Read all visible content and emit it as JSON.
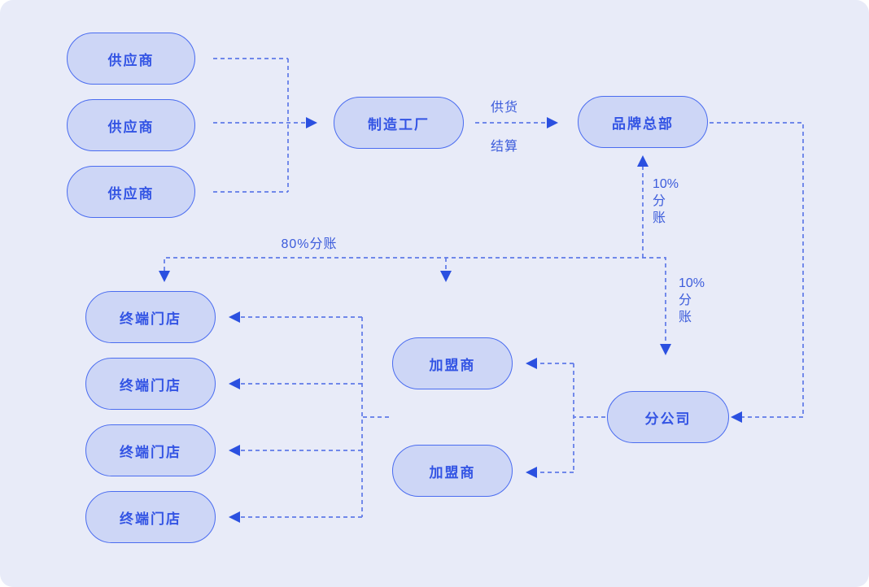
{
  "diagram": {
    "type": "flow-diagram",
    "colors": {
      "page_bg": "#ffffff",
      "panel_bg": "#e8ebf8",
      "node_fill": "#cdd6f6",
      "node_border": "#4a6cf0",
      "node_text": "#3354e4",
      "edge": "#5f7ae8",
      "arrow": "#2b50e0",
      "label_text": "#3b5bdb"
    },
    "nodes": [
      {
        "id": "supplier-1",
        "label": "供应商"
      },
      {
        "id": "supplier-2",
        "label": "供应商"
      },
      {
        "id": "supplier-3",
        "label": "供应商"
      },
      {
        "id": "factory",
        "label": "制造工厂"
      },
      {
        "id": "brand-hq",
        "label": "品牌总部"
      },
      {
        "id": "store-1",
        "label": "终端门店"
      },
      {
        "id": "store-2",
        "label": "终端门店"
      },
      {
        "id": "store-3",
        "label": "终端门店"
      },
      {
        "id": "store-4",
        "label": "终端门店"
      },
      {
        "id": "franchisee-1",
        "label": "加盟商"
      },
      {
        "id": "franchisee-2",
        "label": "加盟商"
      },
      {
        "id": "branch-company",
        "label": "分公司"
      }
    ],
    "edge_labels": {
      "supply": "供货",
      "settlement": "结算",
      "hq_split": "10%\n分\n账",
      "bus_split": "80%分账",
      "branch_split": "10%\n分\n账"
    },
    "edges": [
      {
        "from": "supplier-1,supplier-2,supplier-3",
        "to": "factory",
        "label": ""
      },
      {
        "from": "factory",
        "to": "brand-hq",
        "label": "供货 / 结算"
      },
      {
        "from": "brand-hq",
        "to": "branch-company",
        "label": ""
      },
      {
        "from": "split-bus",
        "to": "brand-hq",
        "label": "10%分账"
      },
      {
        "from": "split-bus",
        "to": "store-1",
        "label": "80%分账"
      },
      {
        "from": "split-bus",
        "to": "franchisee-column",
        "label": ""
      },
      {
        "from": "split-bus",
        "to": "branch-company",
        "label": "10%分账"
      },
      {
        "from": "branch-company",
        "to": "franchisee-1,franchisee-2",
        "label": ""
      },
      {
        "from": "franchisee-column",
        "to": "store-1,store-2,store-3,store-4",
        "label": ""
      }
    ]
  }
}
